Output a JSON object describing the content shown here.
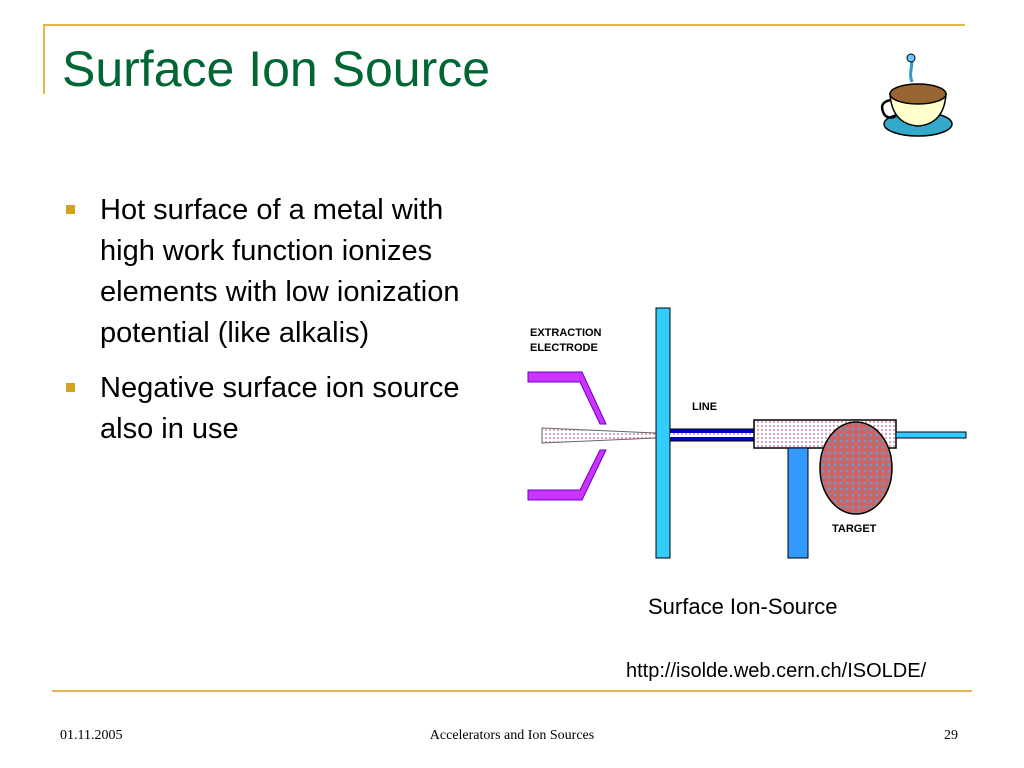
{
  "slide": {
    "title": "Surface Ion Source",
    "bullets": [
      {
        "text": "Hot surface of a metal with high work function ionizes elements with low ionization potential (like alkalis)"
      },
      {
        "text": "Negative surface ion source also in use"
      }
    ]
  },
  "diagram": {
    "labels": {
      "extraction_line1": "EXTRACTION",
      "extraction_line2": "ELECTRODE",
      "line": "LINE",
      "target": "TARGET"
    },
    "caption": "Surface Ion-Source",
    "url": "http://isolde.web.cern.ch/ISOLDE/"
  },
  "footer": {
    "date": "01.11.2005",
    "center": "Accelerators and Ion Sources",
    "page": "29"
  },
  "colors": {
    "title": "#006633",
    "accent": "#e6b54a",
    "bullet": "#d6a11e",
    "electrode_plate": "#33ccff",
    "electrode_shape": "#cc33ff",
    "line": "#0000cc",
    "support": "#3399ff"
  },
  "icons": {
    "decoration": "coffee-cup-icon",
    "bullet": "square-bullet"
  }
}
